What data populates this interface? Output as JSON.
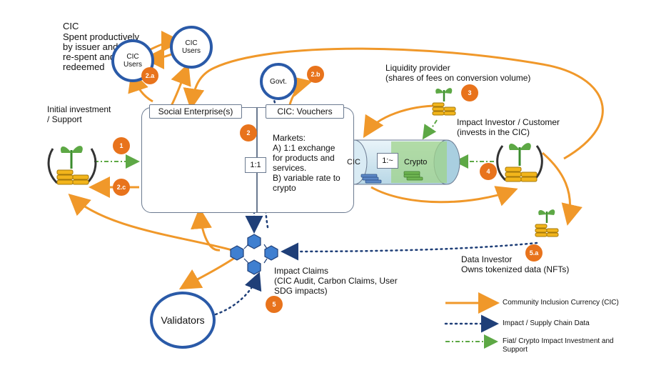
{
  "cic_note": {
    "title": "CIC",
    "body": "Spent productively\nby issuer and\nre-spent and\nredeemed"
  },
  "nodes": {
    "cic_users_a": "CIC\nUsers",
    "cic_users_b": "CIC\nUsers",
    "govt": "Govt.",
    "validators": "Validators"
  },
  "initial_investment": "Initial investment\n/ Support",
  "social_enterprise": "Social Enterprise(s)",
  "cic_vouchers": {
    "title": "CIC: Vouchers",
    "markets": "Markets:\nA) 1:1 exchange\nfor products and\nservices.\nB) variable rate to\ncrypto"
  },
  "ratio_1to1": "1:1",
  "pool": {
    "left": "CIC",
    "ratio": "1:~",
    "right": "Crypto"
  },
  "liquidity_provider": "Liquidity provider\n(shares of fees on conversion volume)",
  "impact_investor": "Impact Investor / Customer\n(invests in the CIC)",
  "data_investor": "Data Investor\nOwns tokenized data (NFTs)",
  "impact_claims": "Impact Claims\n(CIC Audit, Carbon Claims, User\nSDG impacts)",
  "badges": {
    "b1": "1",
    "b2": "2",
    "b2a": "2.a",
    "b2b": "2.b",
    "b2c": "2.c",
    "b3": "3",
    "b4": "4",
    "b5": "5",
    "b5a": "5.a"
  },
  "legend": {
    "cic": "Community Inclusion Currency (CIC)",
    "impact": "Impact / Supply Chain Data",
    "fiat": "Fiat/ Crypto Impact Investment and\nSupport"
  },
  "colors": {
    "orange": "#f0982a",
    "navy": "#1f3f78",
    "green": "#5da845",
    "circle_border": "#2a5aa8",
    "badge": "#e8731c",
    "enterprise_green": "#7cc241"
  }
}
